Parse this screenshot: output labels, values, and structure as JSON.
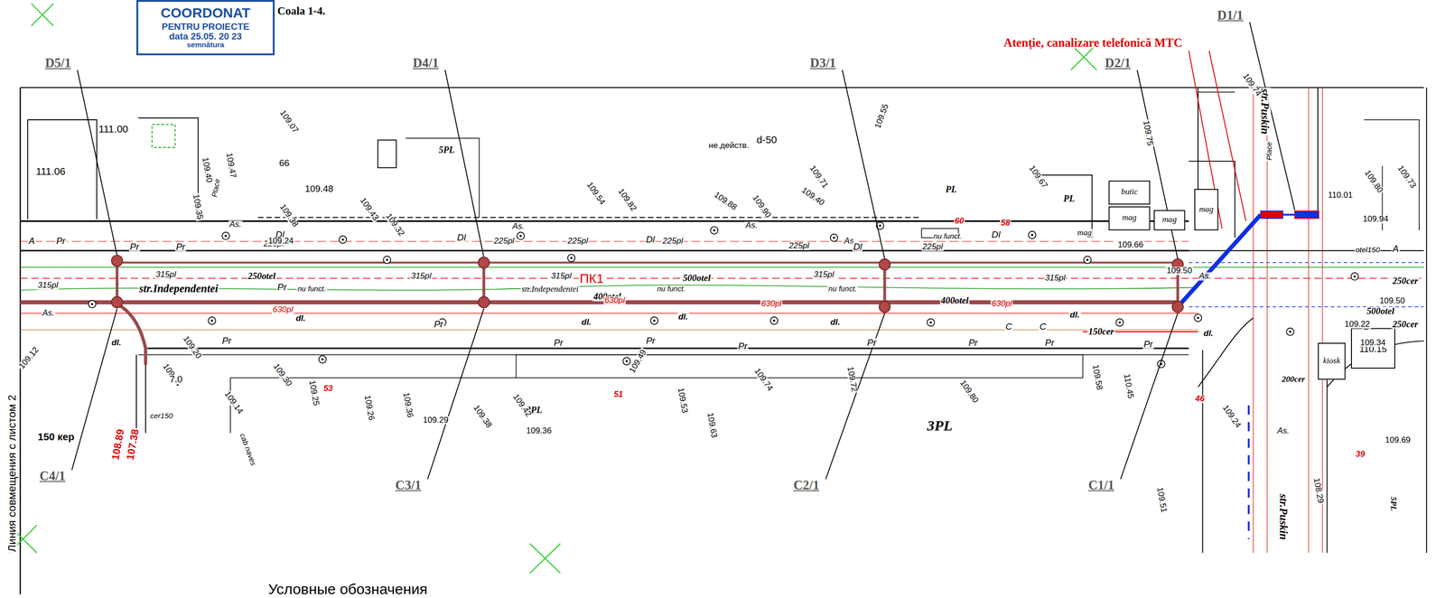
{
  "diagram": {
    "nodes": [
      {
        "text": [
          "COORDONAT",
          "PENTRU PROIECTE",
          "data 25.05. 20 23",
          "semnătura"
        ]
      },
      {
        "text": [
          "butic"
        ]
      },
      {
        "text": [
          "mag"
        ]
      },
      {
        "text": [
          "mag"
        ]
      },
      {
        "text": [
          "mag"
        ]
      },
      {
        "text": [
          "kiosk"
        ]
      },
      {
        "text": [
          "110.15"
        ]
      }
    ],
    "labels": [
      "Coala 1-4.",
      "Atenție, canalizare telefonică MTC",
      "Линия совмещения с листом 2",
      "Условные обозначения",
      "D5/1",
      "D4/1",
      "D3/1",
      "D2/1",
      "D1/1",
      "C4/1",
      "C3/1",
      "C2/1",
      "C1/1",
      "str.Independentei",
      "str.Independentei",
      "ПК1",
      "str.Puskin",
      "str.Puskin",
      "250otel",
      "500otel",
      "400otel",
      "400otel",
      "315pl",
      "315pl",
      "315pl",
      "315pl",
      "315pl",
      "315pl",
      "630pl",
      "630pl",
      "630pl",
      "630pl",
      "225pl",
      "225pl",
      "225pl",
      "225pl",
      "225pl",
      "225pl",
      "150cer",
      "250cer",
      "250cer",
      "500otel",
      "otel150",
      "150 кер",
      "cer150",
      "200cer",
      "d-50",
      "не.действ.",
      "nu funct.",
      "nu funct.",
      "nu funct.",
      "nu funct.",
      "5PL",
      "PL",
      "PL",
      "3PL",
      "3PL",
      "5PL",
      "mag",
      "Pr",
      "Pr",
      "Pr",
      "Pr",
      "Pr",
      "Pr",
      "Pr",
      "Pr",
      "Pr",
      "Pr",
      "Pr",
      "Pr",
      "Pr",
      "As.",
      "As.",
      "As.",
      "As.",
      "As.",
      "As.",
      "As.",
      "dl.",
      "dl.",
      "dl.",
      "dl.",
      "dl.",
      "dl.",
      "dl.",
      "Dl",
      "Dl",
      "Dl",
      "Dl",
      "Dl",
      "C",
      "C",
      "C",
      "A",
      "A",
      "111.00",
      "111.06",
      "109.07",
      "109.40",
      "109.35",
      "109.47",
      "109.38",
      "109.48",
      "109.43",
      "109.32",
      "109.24",
      "109.54",
      "109.82",
      "109.88",
      "109.90",
      "109.40",
      "109.71",
      "109.55",
      "109.67",
      "109.75",
      "109.74",
      "109.73",
      "109.80",
      "110.01",
      "109.94",
      "109.66",
      "109.50",
      "109.12",
      "109.20",
      "109.04",
      "109.14",
      "109.30",
      "109.25",
      "109.26",
      "109.36",
      "109.29",
      "109.38",
      "109.42",
      "109.36",
      "109.49",
      "109.53",
      "109.63",
      "109.74",
      "109.72",
      "109.80",
      "109.58",
      "110.45",
      "109.24",
      "109.51",
      "108.29",
      "109.69",
      "109.34",
      "109.22",
      "109.50",
      "108.89",
      "107.38",
      "7.0",
      "66",
      "53",
      "51",
      "60",
      "58",
      "39",
      "46",
      "cab naves",
      "Place",
      "Place"
    ]
  }
}
